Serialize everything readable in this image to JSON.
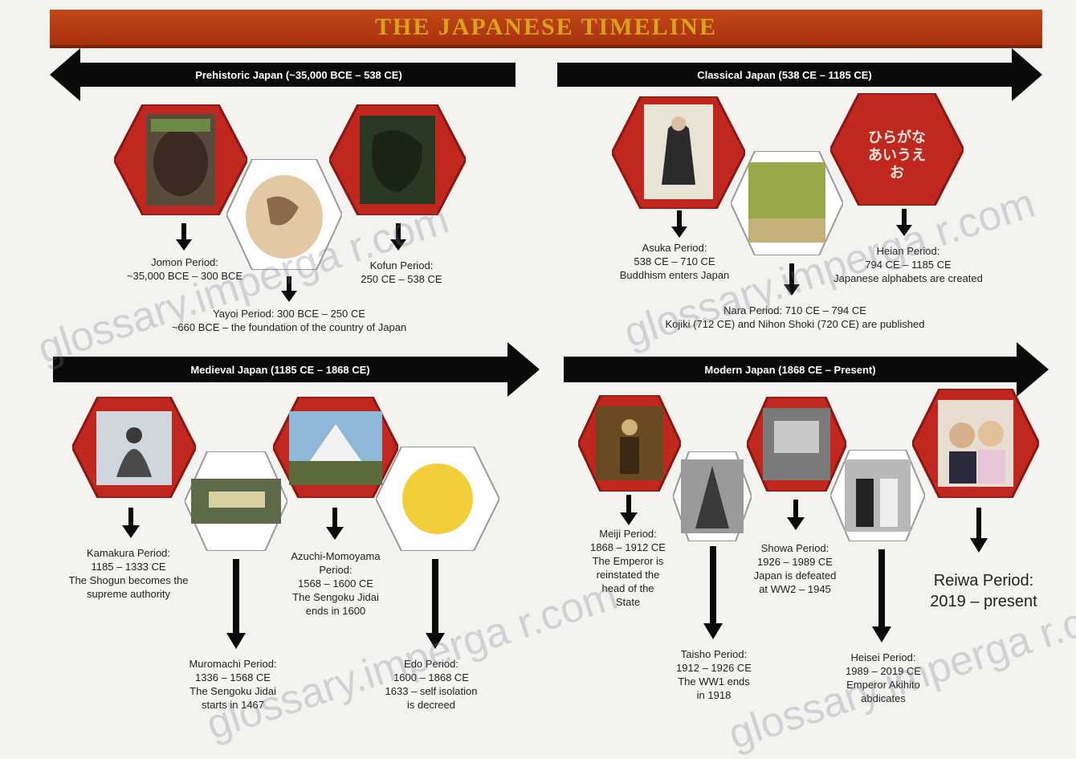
{
  "title": "The Japanese Timeline",
  "eras": {
    "prehistoric": "Prehistoric Japan (~35,000 BCE – 538 CE)",
    "classical": "Classical Japan (538 CE – 1185 CE)",
    "medieval": "Medieval Japan (1185 CE – 1868 CE)",
    "modern": "Modern Japan (1868 CE – Present)"
  },
  "periods": {
    "jomon": [
      "Jomon Period:",
      "~35,000 BCE – 300 BCE"
    ],
    "yayoi": [
      "Yayoi Period: 300 BCE – 250 CE",
      "~660 BCE – the foundation of the country of Japan"
    ],
    "kofun": [
      "Kofun Period:",
      "250 CE – 538 CE"
    ],
    "asuka": [
      "Asuka Period:",
      "538 CE – 710 CE",
      "Buddhism enters Japan"
    ],
    "nara": [
      "Nara Period: 710 CE – 794 CE",
      "Kojiki (712 CE) and Nihon Shoki (720 CE) are published"
    ],
    "heian": [
      "Heian Period:",
      "794 CE – 1185 CE",
      "Japanese alphabets are created"
    ],
    "kamakura": [
      "Kamakura Period:",
      "1185 – 1333 CE",
      "The Shogun becomes the",
      "supreme authority"
    ],
    "muromachi": [
      "Muromachi Period:",
      "1336 – 1568 CE",
      "The Sengoku Jidai",
      "starts in 1467"
    ],
    "azuchi": [
      "Azuchi-Momoyama",
      "Period:",
      "1568 – 1600 CE",
      "The Sengoku Jidai",
      "ends in 1600"
    ],
    "edo": [
      "Edo Period:",
      "1600 – 1868 CE",
      "1633 – self isolation",
      "is decreed"
    ],
    "meiji": [
      "Meiji Period:",
      "1868 – 1912 CE",
      "The Emperor is",
      "reinstated the",
      "head of the",
      "State"
    ],
    "taisho": [
      "Taisho Period:",
      "1912 – 1926 CE",
      "The WW1 ends",
      "in 1918"
    ],
    "showa": [
      "Showa Period:",
      "1926 – 1989 CE",
      "Japan is defeated",
      "at WW2 – 1945"
    ],
    "heisei": [
      "Heisei Period:",
      "1989 – 2019 CE",
      "Emperor Akihito",
      "abdicates"
    ],
    "reiwa": [
      "Reiwa Period:",
      "2019 – present"
    ]
  },
  "heian_image_text": "ひらがな あいうえお",
  "watermark": "glossary.imperga r.com",
  "colors": {
    "banner": "#b23a12",
    "banner_text": "#d9a21b",
    "hex_red": "#c0281f",
    "arrow": "#0a0a0a"
  }
}
